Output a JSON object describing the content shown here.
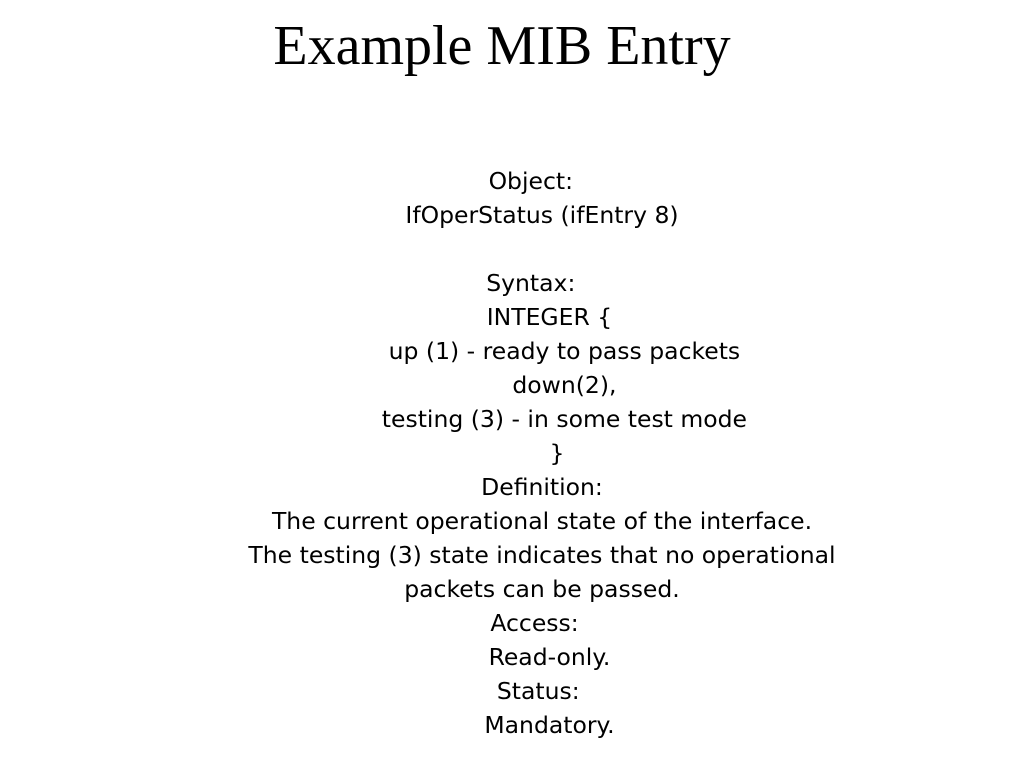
{
  "slide": {
    "title": "Example MIB Entry",
    "lines": [
      "Object:   ",
      "IfOperStatus (ifEntry 8)",
      "",
      "Syntax:   ",
      "  INTEGER {",
      "      up (1) - ready to pass packets",
      "      down(2),",
      "      testing (3) - in some test mode",
      "    }",
      "Definition:",
      "The current operational state of the interface.",
      "The testing (3) state indicates that no operational",
      "packets can be passed.",
      "Access:  ",
      "  Read-only.",
      "Status: ",
      "  Mandatory."
    ]
  }
}
